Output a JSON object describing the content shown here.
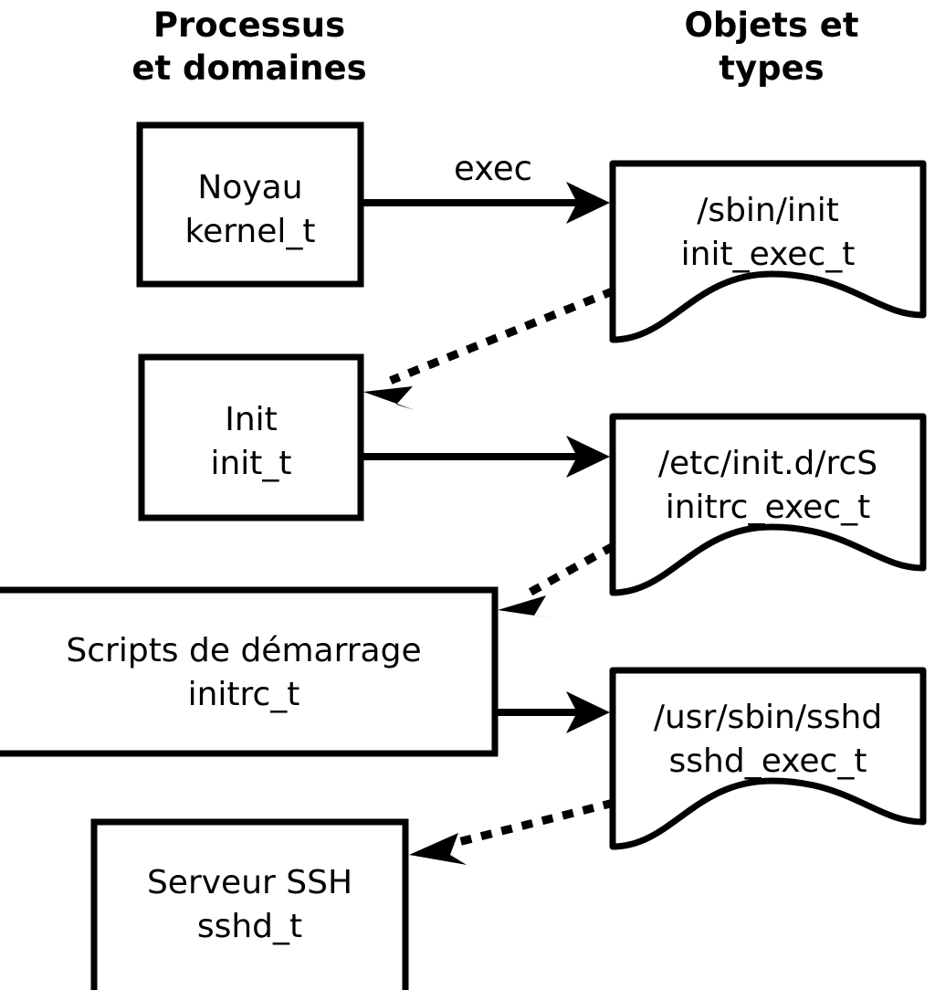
{
  "diagram": {
    "title_columns": {
      "processes": "Processus\net domaines",
      "objects": "Objets et\ntypes"
    },
    "colors": {
      "stroke": "#000000",
      "fill": "#ffffff",
      "background": "#ffffff"
    },
    "process_nodes": [
      {
        "id": "kernel",
        "label": "Noyau\nkernel_t"
      },
      {
        "id": "init",
        "label": "Init\ninit_t"
      },
      {
        "id": "initrc",
        "label": "Scripts de démarrage\ninitrc_t"
      },
      {
        "id": "sshd",
        "label": "Serveur SSH\nsshd_t"
      }
    ],
    "object_nodes": [
      {
        "id": "init-exec",
        "label": "/sbin/init\ninit_exec_t"
      },
      {
        "id": "initrc-exec",
        "label": "/etc/init.d/rcS\ninitrc_exec_t"
      },
      {
        "id": "sshd-exec",
        "label": "/usr/sbin/sshd\nsshd_exec_t"
      }
    ],
    "edges": [
      {
        "id": "kernel-to-init-exec",
        "from": "kernel",
        "to": "init-exec",
        "style": "solid",
        "label": "exec"
      },
      {
        "id": "init-exec-to-init",
        "from": "init-exec",
        "to": "init",
        "style": "dotted",
        "label": ""
      },
      {
        "id": "init-to-initrc-exec",
        "from": "init",
        "to": "initrc-exec",
        "style": "solid",
        "label": ""
      },
      {
        "id": "initrc-exec-to-initrc",
        "from": "initrc-exec",
        "to": "initrc",
        "style": "dotted",
        "label": ""
      },
      {
        "id": "initrc-to-sshd-exec",
        "from": "initrc",
        "to": "sshd-exec",
        "style": "solid",
        "label": ""
      },
      {
        "id": "sshd-exec-to-sshd",
        "from": "sshd-exec",
        "to": "sshd",
        "style": "dotted",
        "label": ""
      }
    ]
  }
}
